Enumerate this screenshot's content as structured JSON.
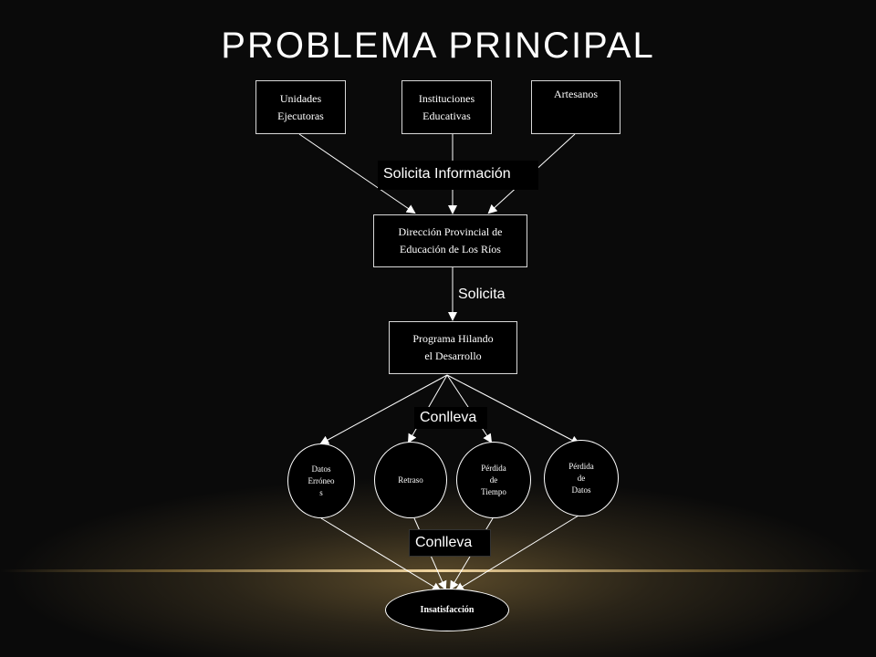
{
  "title": "PROBLEMA PRINCIPAL",
  "top_boxes": [
    {
      "label": "Unidades\nEjecutoras"
    },
    {
      "label": "Instituciones\nEducativas"
    },
    {
      "label": "Artesanos"
    }
  ],
  "label_solicita_info": "Solicita Información",
  "direccion": "Dirección Provincial de\nEducación de Los Ríos",
  "label_solicita": "Solicita",
  "programa": "Programa Hilando\nel Desarrollo",
  "label_conlleva_1": "Conlleva",
  "circles": [
    {
      "label": "Datos\nErróneo\ns"
    },
    {
      "label": "Retraso"
    },
    {
      "label": "Pérdida\nde\nTiempo"
    },
    {
      "label": "Pérdida\nde\nDatos"
    }
  ],
  "label_conlleva_2": "Conlleva",
  "insatisfaccion": "Insatisfacción",
  "colors": {
    "text": "#ffffff",
    "accent_line": "#f2d6a0",
    "background": "#000000"
  }
}
